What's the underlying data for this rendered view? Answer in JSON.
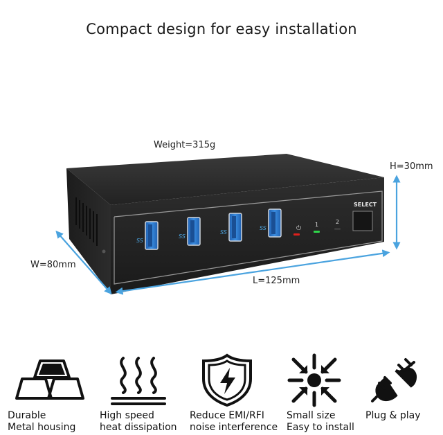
{
  "headline": "Compact design for easy installation",
  "dimensions": {
    "weight": "Weight=315g",
    "height": "H=30mm",
    "width": "W=80mm",
    "length": "L=125mm"
  },
  "device": {
    "select_label": "SELECT",
    "led_labels": [
      "1",
      "2"
    ],
    "port_count": 4,
    "port_logo": "SS",
    "colors": {
      "body": "#2a2a2a",
      "port": "#2f7fd6",
      "led_red": "#e0201c",
      "led_green": "#2fd64a",
      "arrow": "#4aa3df"
    }
  },
  "features": [
    {
      "icon": "gold-bars-icon",
      "line1": "Durable",
      "line2": "Metal housing"
    },
    {
      "icon": "heat-waves-icon",
      "line1": "High speed",
      "line2": "heat dissipation"
    },
    {
      "icon": "shield-lightning-icon",
      "line1": "Reduce EMI/RFI",
      "line2": "noise interference"
    },
    {
      "icon": "compress-arrows-icon",
      "line1": "Small size",
      "line2": "Easy to install"
    },
    {
      "icon": "plug-socket-icon",
      "line1": "Plug & play",
      "line2": ""
    }
  ]
}
